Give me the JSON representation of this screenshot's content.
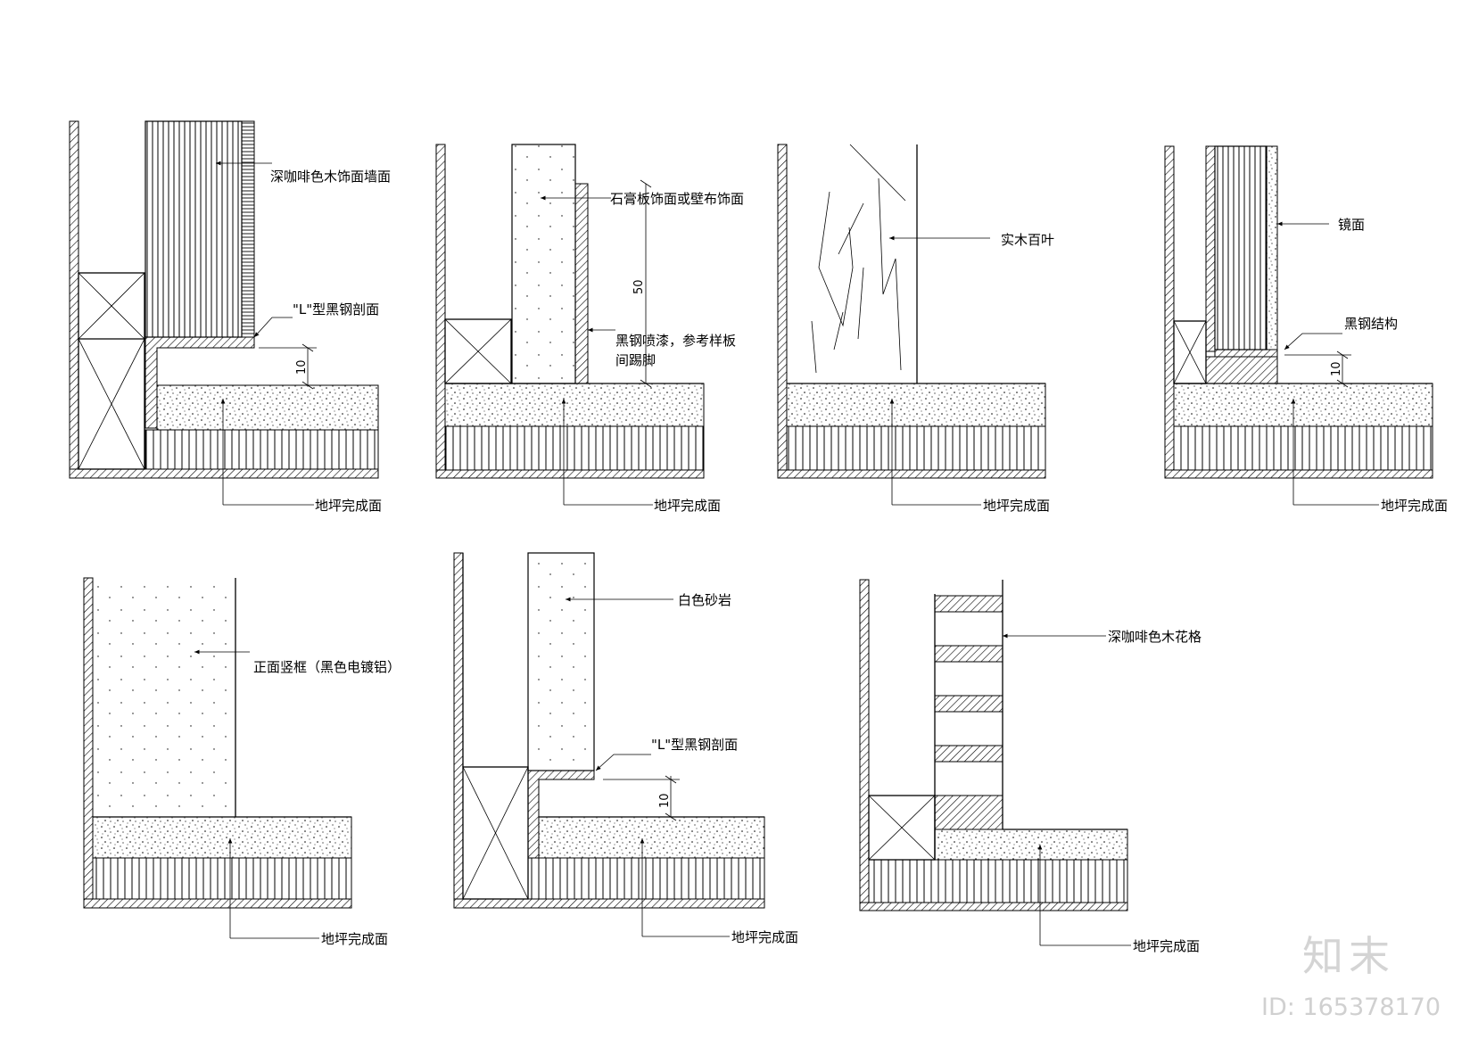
{
  "details": [
    {
      "id": "d1",
      "labels": {
        "wall_finish": "深咖啡色木饰面墙面",
        "profile": "\"L\"型黑钢剖面",
        "dimension": "10",
        "floor": "地坪完成面"
      }
    },
    {
      "id": "d2",
      "labels": {
        "wall_finish": "石膏板饰面或壁布饰面",
        "dimension": "50",
        "skirting_line1": "黑钢喷漆，参考样板",
        "skirting_line2": "间踢脚",
        "floor": "地坪完成面"
      }
    },
    {
      "id": "d3",
      "labels": {
        "wall_finish": "实木百叶",
        "floor": "地坪完成面"
      }
    },
    {
      "id": "d4",
      "labels": {
        "wall_finish": "镜面",
        "profile": "黑钢结构",
        "dimension": "10",
        "floor": "地坪完成面"
      }
    },
    {
      "id": "d5",
      "labels": {
        "wall_finish": "正面竖框（黑色电镀铝）",
        "floor": "地坪完成面"
      }
    },
    {
      "id": "d6",
      "labels": {
        "wall_finish": "白色砂岩",
        "profile": "\"L\"型黑钢剖面",
        "dimension": "10",
        "floor": "地坪完成面"
      }
    },
    {
      "id": "d7",
      "labels": {
        "wall_finish": "深咖啡色木花格",
        "floor": "地坪完成面"
      }
    }
  ],
  "watermark": {
    "brand": "知末",
    "id_text": "ID: 165378170"
  }
}
